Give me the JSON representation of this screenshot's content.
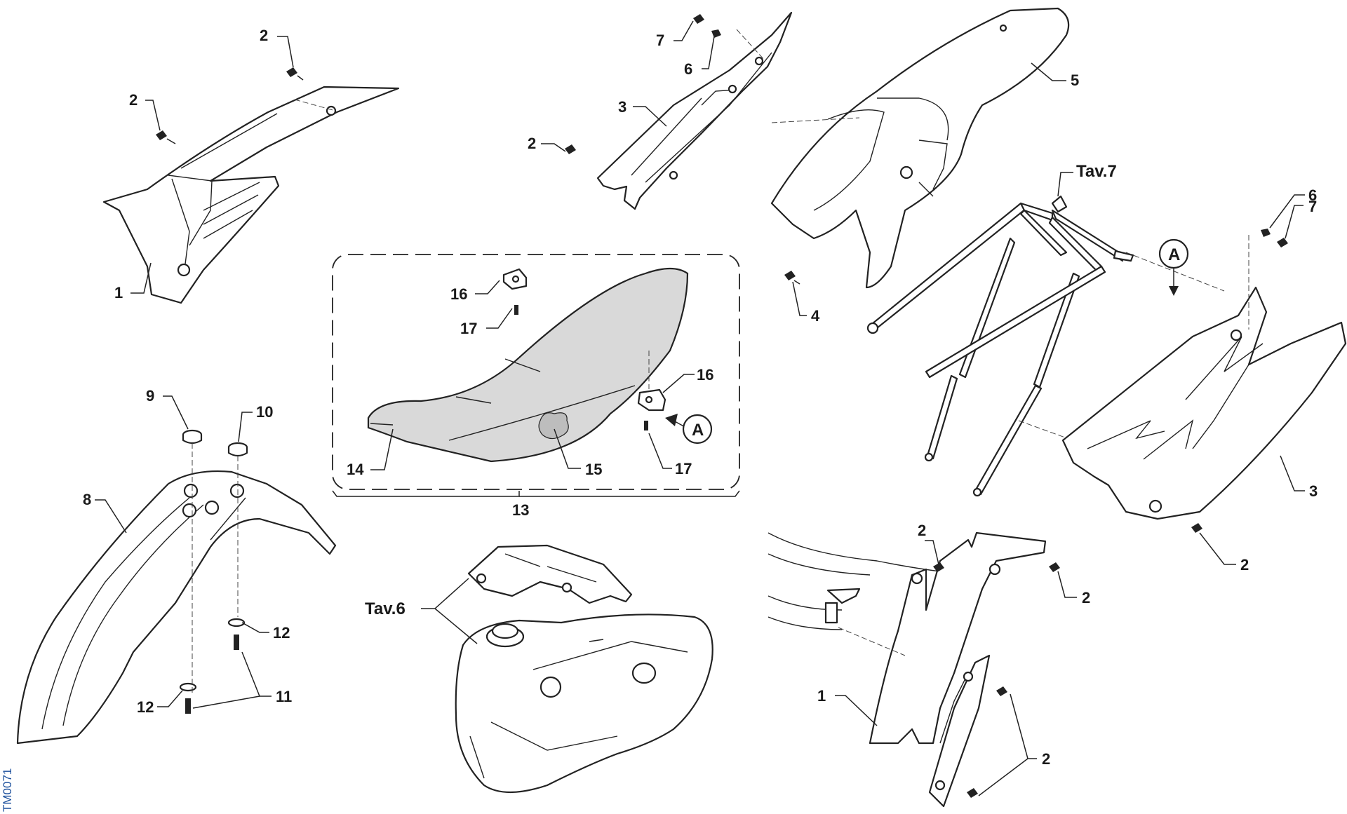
{
  "labels": {
    "l1a": "1",
    "l1b": "1",
    "l2a": "2",
    "l2b": "2",
    "l2c": "2",
    "l2d": "2",
    "l2e": "2",
    "l2f": "2",
    "l3a": "3",
    "l3b": "3",
    "l4": "4",
    "l5": "5",
    "l6a": "6",
    "l6b": "6",
    "l7a": "7",
    "l7b": "7",
    "l8": "8",
    "l9": "9",
    "l10": "10",
    "l11": "11",
    "l12a": "12",
    "l12b": "12",
    "l13": "13",
    "l14": "14",
    "l15": "15",
    "l16a": "16",
    "l16b": "16",
    "l17a": "17",
    "l17b": "17",
    "tav7": "Tav.7",
    "tav6": "Tav.6",
    "refA1": "A",
    "refA2": "A"
  },
  "code": "TM0071"
}
